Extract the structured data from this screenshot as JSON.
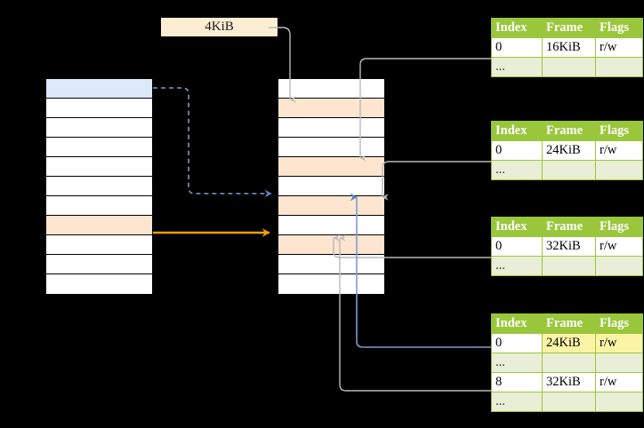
{
  "diagram": {
    "title_label": "4KiB",
    "virtual_block": {
      "name": "virtual-address-space-block",
      "rows": [
        {
          "style": "blue"
        },
        {
          "style": "plain"
        },
        {
          "style": "plain"
        },
        {
          "style": "plain"
        },
        {
          "style": "plain"
        },
        {
          "style": "plain"
        },
        {
          "style": "plain"
        },
        {
          "style": "peach"
        },
        {
          "style": "plain"
        },
        {
          "style": "plain"
        },
        {
          "style": "plain"
        }
      ]
    },
    "physical_block": {
      "name": "physical-memory-block",
      "rows": [
        {
          "style": "plain"
        },
        {
          "style": "peach"
        },
        {
          "style": "plain"
        },
        {
          "style": "plain"
        },
        {
          "style": "peach"
        },
        {
          "style": "plain"
        },
        {
          "style": "peach"
        },
        {
          "style": "plain"
        },
        {
          "style": "peach"
        },
        {
          "style": "plain"
        },
        {
          "style": "plain"
        }
      ]
    },
    "tables": [
      {
        "id": "table-1",
        "headers": [
          "Index",
          "Frame",
          "Flags"
        ],
        "rows": [
          {
            "cells": [
              "0",
              "16KiB",
              "r/w"
            ],
            "alt": false,
            "highlight": [
              false,
              false,
              false
            ]
          },
          {
            "cells": [
              "...",
              "",
              ""
            ],
            "alt": true,
            "highlight": [
              false,
              false,
              false
            ]
          }
        ]
      },
      {
        "id": "table-2",
        "headers": [
          "Index",
          "Frame",
          "Flags"
        ],
        "rows": [
          {
            "cells": [
              "0",
              "24KiB",
              "r/w"
            ],
            "alt": false,
            "highlight": [
              false,
              false,
              false
            ]
          },
          {
            "cells": [
              "...",
              "",
              ""
            ],
            "alt": true,
            "highlight": [
              false,
              false,
              false
            ]
          }
        ]
      },
      {
        "id": "table-3",
        "headers": [
          "Index",
          "Frame",
          "Flags"
        ],
        "rows": [
          {
            "cells": [
              "0",
              "32KiB",
              "r/w"
            ],
            "alt": false,
            "highlight": [
              false,
              false,
              false
            ]
          },
          {
            "cells": [
              "...",
              "",
              ""
            ],
            "alt": true,
            "highlight": [
              false,
              false,
              false
            ]
          }
        ]
      },
      {
        "id": "table-4",
        "headers": [
          "Index",
          "Frame",
          "Flags"
        ],
        "rows": [
          {
            "cells": [
              "0",
              "24KiB",
              "r/w"
            ],
            "alt": false,
            "highlight": [
              false,
              true,
              true
            ]
          },
          {
            "cells": [
              "...",
              "",
              ""
            ],
            "alt": true,
            "highlight": [
              false,
              false,
              false
            ]
          },
          {
            "cells": [
              "8",
              "32KiB",
              "r/w"
            ],
            "alt": false,
            "highlight": [
              false,
              false,
              false
            ]
          },
          {
            "cells": [
              "...",
              "",
              ""
            ],
            "alt": true,
            "highlight": [
              false,
              false,
              false
            ]
          }
        ]
      }
    ],
    "colors": {
      "table_header_bg": "#9ac63b",
      "table_alt_row_bg": "#e9eed6",
      "highlight_cell_bg": "#fbf4a6",
      "peach_row_bg": "#fde5cf",
      "blue_row_bg": "#dce9f9",
      "label_bg": "#fdeed3",
      "connector_gray": "#b3b3b3",
      "connector_blue": "#6f92c9",
      "connector_orange": "#efa000",
      "canvas_bg": "#000000"
    },
    "connectors": [
      {
        "name": "blue-dashed-virtual-to-physical",
        "color": "#6f92c9",
        "style": "dashed"
      },
      {
        "name": "orange-solid-virtual-to-physical",
        "color": "#efa000",
        "style": "solid"
      },
      {
        "name": "gray-label-to-physical-row2",
        "color": "#b3b3b3",
        "style": "solid"
      },
      {
        "name": "gray-table1-to-physical-row5",
        "color": "#b3b3b3",
        "style": "solid"
      },
      {
        "name": "gray-table2-to-physical-row7",
        "color": "#b3b3b3",
        "style": "solid"
      },
      {
        "name": "gray-table3-to-physical-row9",
        "color": "#b3b3b3",
        "style": "solid"
      },
      {
        "name": "gray-table4-row8-to-physical-row9",
        "color": "#b3b3b3",
        "style": "solid"
      },
      {
        "name": "blue-table4-row0-to-physical-row7",
        "color": "#6f92c9",
        "style": "solid"
      }
    ]
  }
}
